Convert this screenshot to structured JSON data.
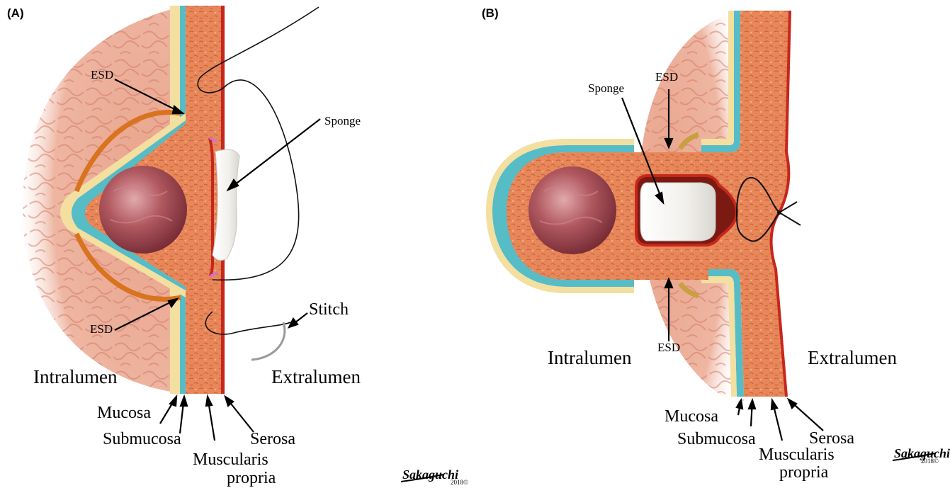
{
  "panel_a": {
    "label": "(A)",
    "esd_top": "ESD",
    "esd_bottom": "ESD",
    "sponge": "Sponge",
    "stitch": "Stitch",
    "intralumen": "Intralumen",
    "extralumen": "Extralumen",
    "mucosa": "Mucosa",
    "submucosa": "Submucosa",
    "muscularis_1": "Muscularis",
    "muscularis_2": "propria",
    "serosa": "Serosa",
    "signature": "Sakaguchi",
    "signature_year": "2018©"
  },
  "panel_b": {
    "label": "(B)",
    "sponge": "Sponge",
    "esd_top": "ESD",
    "esd_bottom": "ESD",
    "intralumen": "Intralumen",
    "extralumen": "Extralumen",
    "mucosa": "Mucosa",
    "submucosa": "Submucosa",
    "muscularis_1": "Muscularis",
    "muscularis_2": "propria",
    "serosa": "Serosa",
    "signature": "Sakaguchi",
    "signature_year": "2018©"
  },
  "colors": {
    "mucosal_fold": "#e8a088",
    "fold_line": "#c8604a",
    "submucosa": "#f3dfa0",
    "mucosa": "#56bcc6",
    "muscle": "#e8875a",
    "serosa": "#c6261c",
    "tumor": "#9a3f48",
    "sponge": "#f4f2ee",
    "esd_edge": "#e07a1e"
  }
}
